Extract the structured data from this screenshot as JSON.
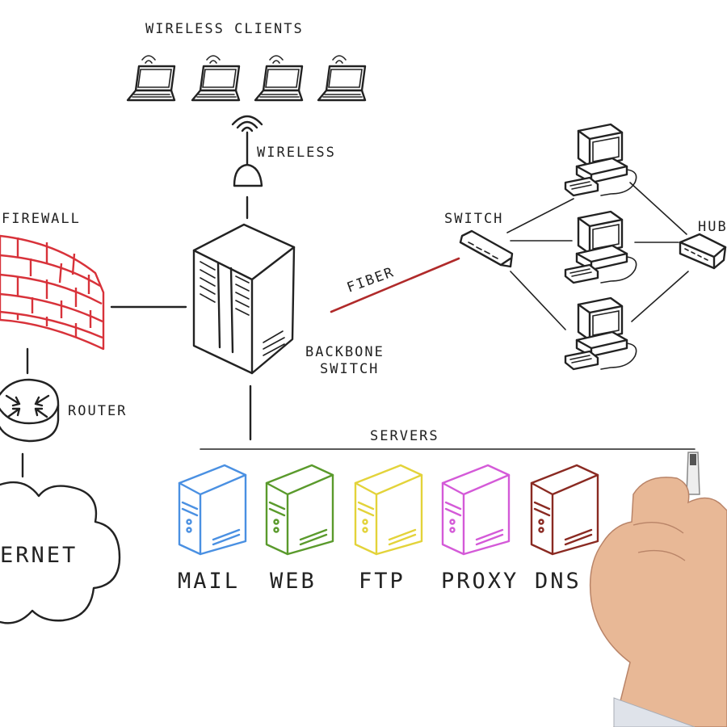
{
  "labels": {
    "wireless_clients": "WIRELESS CLIENTS",
    "wireless": "WIRELESS",
    "firewall": "FIREWALL",
    "switch": "SWITCH",
    "hub": "HUB",
    "fiber": "FIBER",
    "backbone": "BACKBONE",
    "backbone_switch": "SWITCH",
    "router": "ROUTER",
    "servers": "SERVERS",
    "internet": "ERNET"
  },
  "servers": [
    {
      "label": "MAIL",
      "color": "#4a90e2"
    },
    {
      "label": "WEB",
      "color": "#5a9a2c"
    },
    {
      "label": "FTP",
      "color": "#e3d33a"
    },
    {
      "label": "PROXY",
      "color": "#d45ad8"
    },
    {
      "label": "DNS",
      "color": "#8a2a22"
    }
  ],
  "colors": {
    "ink": "#222222",
    "firewall": "#d8323a",
    "fiber": "#b02a2a",
    "skin": "#e8b896",
    "marker": "#eeeeee"
  },
  "icons": [
    "laptop-icon",
    "antenna-icon",
    "firewall-icon",
    "backbone-switch-icon",
    "router-icon",
    "cloud-icon",
    "switch-icon",
    "hub-icon",
    "desktop-computer-icon",
    "server-icon",
    "hand-icon"
  ]
}
